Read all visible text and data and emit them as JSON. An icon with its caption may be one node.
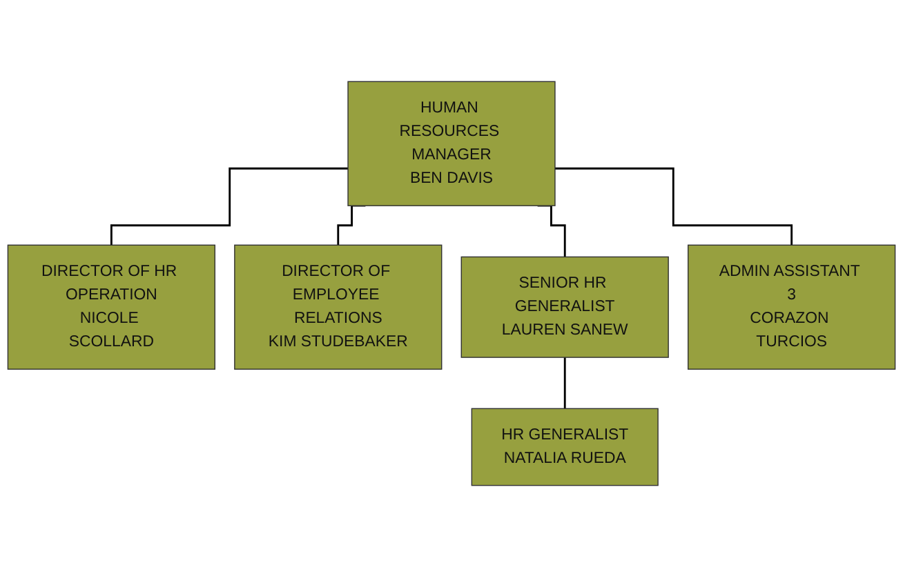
{
  "diagram": {
    "nodes": [
      {
        "text": [
          "HUMAN RESOURCES MANAGER",
          "BEN DAVIS"
        ]
      },
      {
        "text": [
          "DIRECTOR OF HR OPERATION",
          "NICOLE SCOLLARD"
        ]
      },
      {
        "text": [
          "DIRECTOR OF EMPLOYEE RELATIONS",
          "KIM STUDEBAKER"
        ]
      },
      {
        "text": [
          "SENIOR HR GENERALIST",
          "LAUREN SANEW"
        ]
      },
      {
        "text": [
          "ADMIN ASSISTANT 3",
          "CORAZON TURCIOS"
        ]
      },
      {
        "text": [
          "HR GENERALIST",
          "NATALIA RUEDA"
        ]
      }
    ],
    "edges": [
      {
        "from": 0,
        "to": 1,
        "arrow": "none"
      },
      {
        "from": 0,
        "to": 2,
        "arrow": "none"
      },
      {
        "from": 0,
        "to": 3,
        "arrow": "none"
      },
      {
        "from": 0,
        "to": 4,
        "arrow": "none"
      },
      {
        "from": 3,
        "to": 5,
        "arrow": "none"
      }
    ]
  }
}
